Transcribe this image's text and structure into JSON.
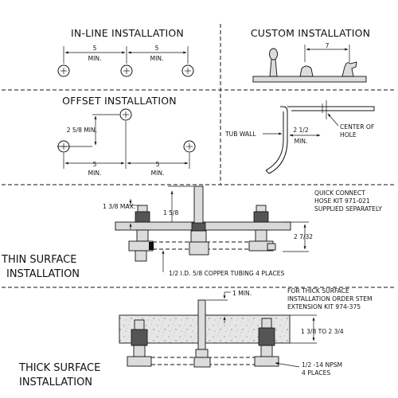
{
  "sections": {
    "inline": {
      "title": "IN-LINE INSTALLATION",
      "dim_1": "5",
      "dim_1_sub": "MIN.",
      "dim_2": "5",
      "dim_2_sub": "MIN."
    },
    "custom": {
      "title": "CUSTOM INSTALLATION",
      "dim": "7"
    },
    "offset": {
      "title": "OFFSET INSTALLATION",
      "vertical_dim": "2 5/8 MIN.",
      "dim_1": "5",
      "dim_1_sub": "MIN.",
      "dim_2": "5",
      "dim_2_sub": "MIN."
    },
    "tub": {
      "tub_wall": "TUB WALL",
      "offset_dim": "2 1/2",
      "offset_dim_sub": "MIN.",
      "center_line_1": "CENTER OF",
      "center_line_2": "HOLE"
    },
    "thin": {
      "title_line_1": "THIN SURFACE",
      "title_line_2": "INSTALLATION",
      "max_dim": "1 3/8 MAX.",
      "stem_dim": "1 5/8",
      "height_dim": "2 7/32",
      "kit_note_1": "QUICK CONNECT",
      "kit_note_2": "HOSE KIT 971-021",
      "kit_note_3": "SUPPLIED SEPARATELY",
      "tubing_note": "1/2 I.D. 5/8 COPPER TUBING 4 PLACES"
    },
    "thick": {
      "title_line_1": "THICK SURFACE",
      "title_line_2": "INSTALLATION",
      "min_dim": "1 MIN.",
      "kit_note_1": "FOR THICK SURFACE",
      "kit_note_2": "INSTALLATION ORDER STEM",
      "kit_note_3": "EXTENSION KIT 974-375",
      "range_dim": "1 3/8 TO 2 3/4",
      "npsm_note_1": "1/2 -14 NPSM",
      "npsm_note_2": "4 PLACES"
    }
  }
}
